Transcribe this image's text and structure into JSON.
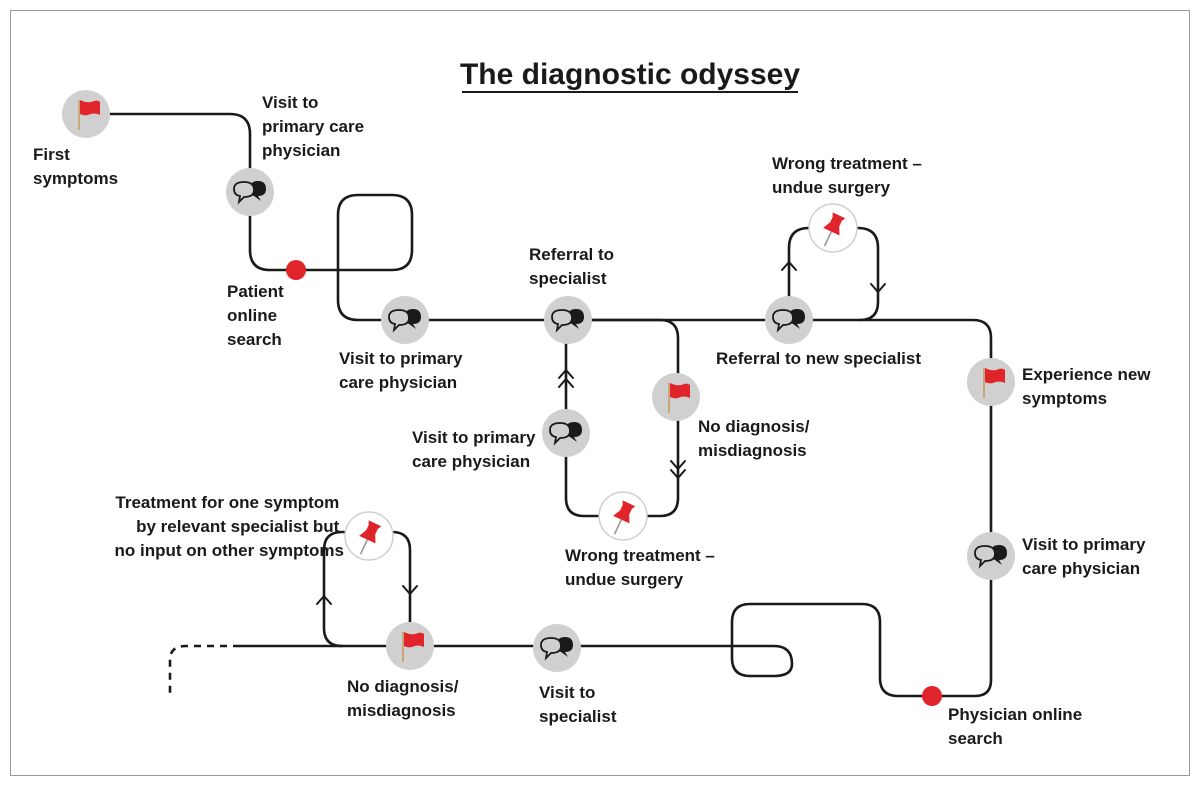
{
  "title": "The diagnostic odyssey",
  "colors": {
    "line": "#1a1a1a",
    "node_disc": "#d0d0d0",
    "flag_red": "#e0242b",
    "search_dot": "#e0242b",
    "frame": "#9a9a9a"
  },
  "icons": {
    "flag": "red-flag-icon",
    "chat": "speech-bubbles-icon",
    "pin": "push-pin-icon",
    "search": "red-dot-marker"
  },
  "labels": {
    "first_symptoms": [
      "First",
      "symptoms"
    ],
    "visit_pcp_1": [
      "Visit to",
      "primary care",
      "physician"
    ],
    "patient_online_search": [
      "Patient",
      "online",
      "search"
    ],
    "visit_pcp_2": [
      "Visit to primary",
      "care physician"
    ],
    "referral_specialist": [
      "Referral to",
      "specialist"
    ],
    "visit_pcp_3": [
      "Visit to primary",
      "care physician"
    ],
    "no_diagnosis_1": [
      "No diagnosis/",
      "misdiagnosis"
    ],
    "wrong_treatment_1": [
      "Wrong treatment –",
      "undue surgery"
    ],
    "referral_new_specialist": [
      "Referral to new specialist"
    ],
    "wrong_treatment_2": [
      "Wrong treatment –",
      "undue surgery"
    ],
    "experience_new_symptoms": [
      "Experience new",
      "symptoms"
    ],
    "visit_pcp_4": [
      "Visit to primary",
      "care physician"
    ],
    "physician_online_search": [
      "Physician online",
      "search"
    ],
    "visit_specialist": [
      "Visit to",
      "specialist"
    ],
    "no_diagnosis_2": [
      "No diagnosis/",
      "misdiagnosis"
    ],
    "treatment_one_symptom": [
      "Treatment for one symptom",
      "by relevant specialist but",
      "no input on other symptoms"
    ]
  }
}
